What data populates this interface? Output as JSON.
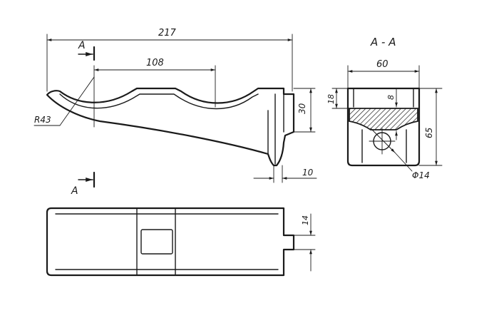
{
  "dimensions": {
    "overall_length": "217",
    "inner_length": "108",
    "radius": "R43",
    "height_side": "30",
    "foot_width": "10",
    "section_width": "60",
    "section_top": "18",
    "section_height": "65",
    "rib": "8",
    "hole": "Φ14",
    "slot_width": "14"
  },
  "labels": {
    "section_marker_top": "A",
    "section_marker_bottom": "A",
    "section_title": "A - A"
  }
}
